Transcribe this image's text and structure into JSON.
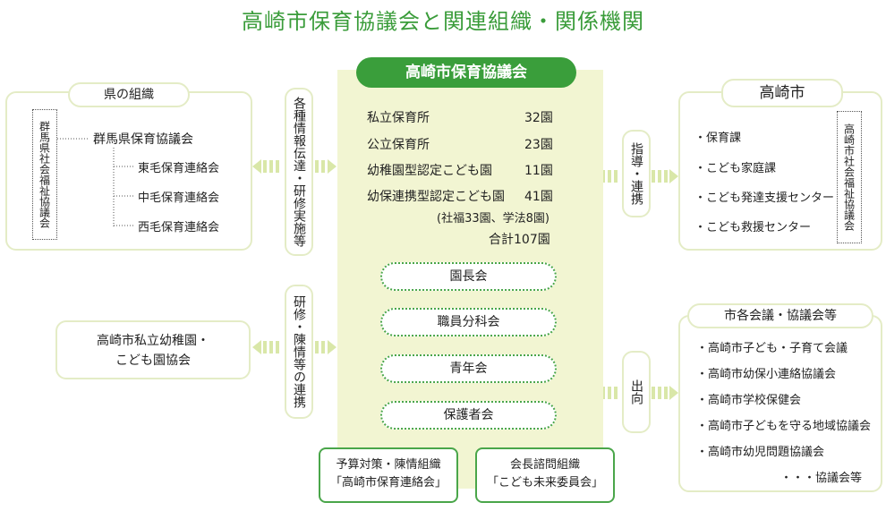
{
  "title": "高崎市保育協議会と関連組織・関係機関",
  "center": {
    "header": "高崎市保育協議会",
    "rows": [
      {
        "label": "私立保育所",
        "value": "32園"
      },
      {
        "label": "公立保育所",
        "value": "23園"
      },
      {
        "label": "幼稚園型認定こども園",
        "value": "11園"
      },
      {
        "label": "幼保連携型認定こども園",
        "value": "41園"
      }
    ],
    "note": "(社福33園、学法8園)",
    "total": "合計107園",
    "committees": [
      "園長会",
      "職員分科会",
      "青年会",
      "保護者会"
    ]
  },
  "left_top": {
    "header": "県の組織",
    "vertical_label": "群馬県社会福祉協議会",
    "main_item": "群馬県保育協議会",
    "sub_items": [
      "東毛保育連絡会",
      "中毛保育連絡会",
      "西毛保育連絡会"
    ]
  },
  "connector_top_left": "各種情報伝達・研修実施等",
  "connector_bottom_left": "研修・陳情等の連携",
  "left_bottom": {
    "line1": "高崎市私立幼稚園・",
    "line2": "こども園協会"
  },
  "connector_top_right": "指導・連携",
  "connector_bottom_right": "出向",
  "right_top": {
    "header": "高崎市",
    "items": [
      "・保育課",
      "・こども家庭課",
      "・こども発達支援センター",
      "・こども救援センター"
    ],
    "vertical_label": "高崎市社会福祉協議会"
  },
  "right_bottom": {
    "header": "市各会議・協議会等",
    "items": [
      "・高崎市子ども・子育て会議",
      "・高崎市幼保小連絡協議会",
      "・高崎市学校保健会",
      "・高崎市子どもを守る地域協議会",
      "・高崎市幼児問題協議会"
    ],
    "footer": "・・・協議会等"
  },
  "bottom_boxes": [
    {
      "line1": "予算対策・陳情組織",
      "line2": "「高崎市保育連絡会」"
    },
    {
      "line1": "会長諮問組織",
      "line2": "「こども未来委員会」"
    }
  ],
  "colors": {
    "title": "#3a9c3a",
    "header_green": "#3a9e3b",
    "panel": "#f2f5d2",
    "soft_border": "#e4ecc6",
    "arrow": "#d9e7a8"
  }
}
